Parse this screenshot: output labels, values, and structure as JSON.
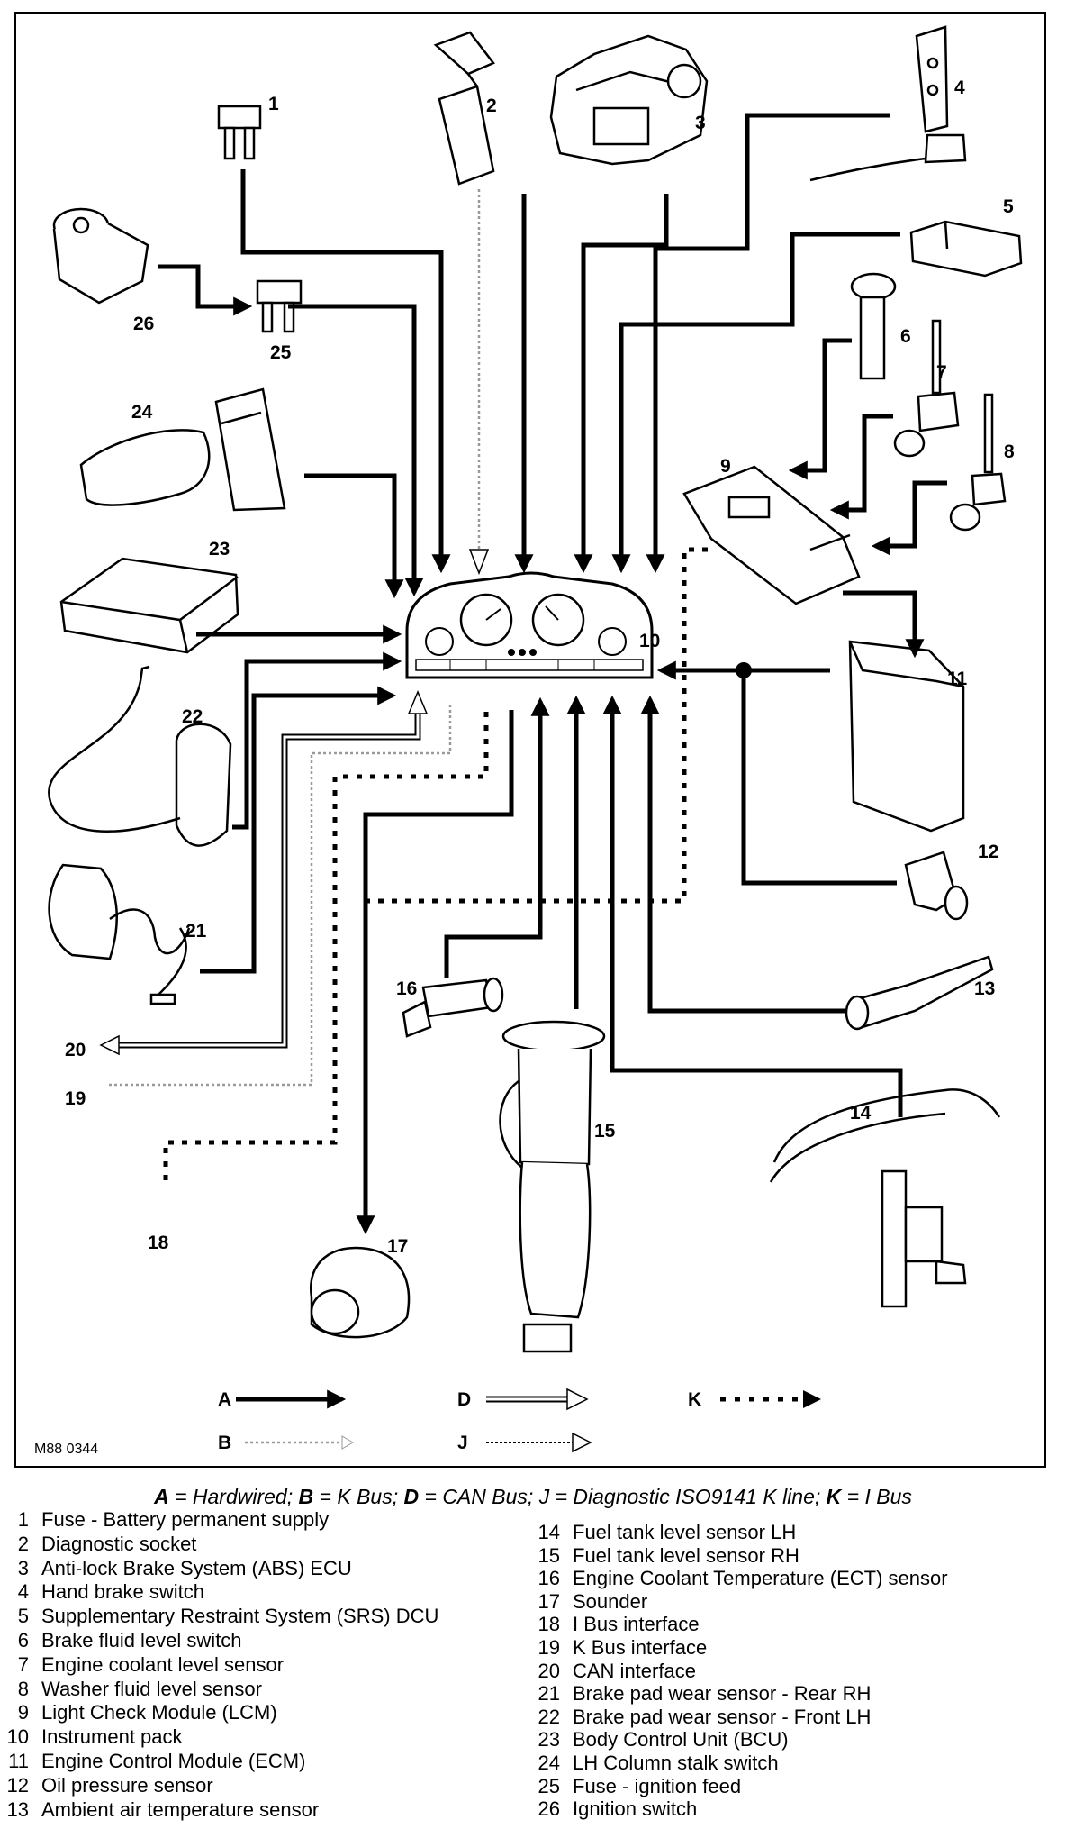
{
  "figure_ref": "M88 0344",
  "callouts": [
    "1",
    "2",
    "3",
    "4",
    "5",
    "6",
    "7",
    "8",
    "9",
    "10",
    "11",
    "12",
    "13",
    "14",
    "15",
    "16",
    "17",
    "18",
    "19",
    "20",
    "21",
    "22",
    "23",
    "24",
    "25",
    "26"
  ],
  "line_key": [
    {
      "code": "A",
      "meaning": "Hardwired"
    },
    {
      "code": "B",
      "meaning": "K Bus"
    },
    {
      "code": "D",
      "meaning": "CAN Bus"
    },
    {
      "code": "J",
      "meaning": "Diagnostic ISO9141 K line"
    },
    {
      "code": "K",
      "meaning": "I Bus"
    }
  ],
  "key_sentence": {
    "a": "A",
    "a_text": " = Hardwired; ",
    "b": "B",
    "b_text": " = K Bus; ",
    "d": "D",
    "d_text": " = CAN Bus; ",
    "j_text": " J = Diagnostic ISO9141 K line; ",
    "k": "K",
    "k_text": " = I Bus"
  },
  "legend_left": [
    {
      "n": "1",
      "text": "Fuse - Battery permanent supply"
    },
    {
      "n": "2",
      "text": "Diagnostic socket"
    },
    {
      "n": "3",
      "text": "Anti-lock Brake System (ABS) ECU"
    },
    {
      "n": "4",
      "text": "Hand brake switch"
    },
    {
      "n": "5",
      "text": "Supplementary Restraint System (SRS) DCU"
    },
    {
      "n": "6",
      "text": "Brake fluid level switch"
    },
    {
      "n": "7",
      "text": "Engine coolant level sensor"
    },
    {
      "n": "8",
      "text": "Washer fluid level sensor"
    },
    {
      "n": "9",
      "text": "Light Check Module (LCM)"
    },
    {
      "n": "10",
      "text": "Instrument pack"
    },
    {
      "n": "11",
      "text": "Engine Control Module (ECM)"
    },
    {
      "n": "12",
      "text": "Oil pressure sensor"
    },
    {
      "n": "13",
      "text": "Ambient air temperature sensor"
    }
  ],
  "legend_right": [
    {
      "n": "14",
      "text": "Fuel tank level sensor LH"
    },
    {
      "n": "15",
      "text": "Fuel tank level sensor RH"
    },
    {
      "n": "16",
      "text": "Engine Coolant Temperature (ECT) sensor"
    },
    {
      "n": "17",
      "text": "Sounder"
    },
    {
      "n": "18",
      "text": "I Bus interface"
    },
    {
      "n": "19",
      "text": "K Bus interface"
    },
    {
      "n": "20",
      "text": "CAN interface"
    },
    {
      "n": "21",
      "text": "Brake pad wear sensor - Rear RH"
    },
    {
      "n": "22",
      "text": "Brake pad wear sensor - Front LH"
    },
    {
      "n": "23",
      "text": "Body Control Unit (BCU)"
    },
    {
      "n": "24",
      "text": "LH Column stalk switch"
    },
    {
      "n": "25",
      "text": "Fuse - ignition feed"
    },
    {
      "n": "26",
      "text": "Ignition switch"
    }
  ]
}
